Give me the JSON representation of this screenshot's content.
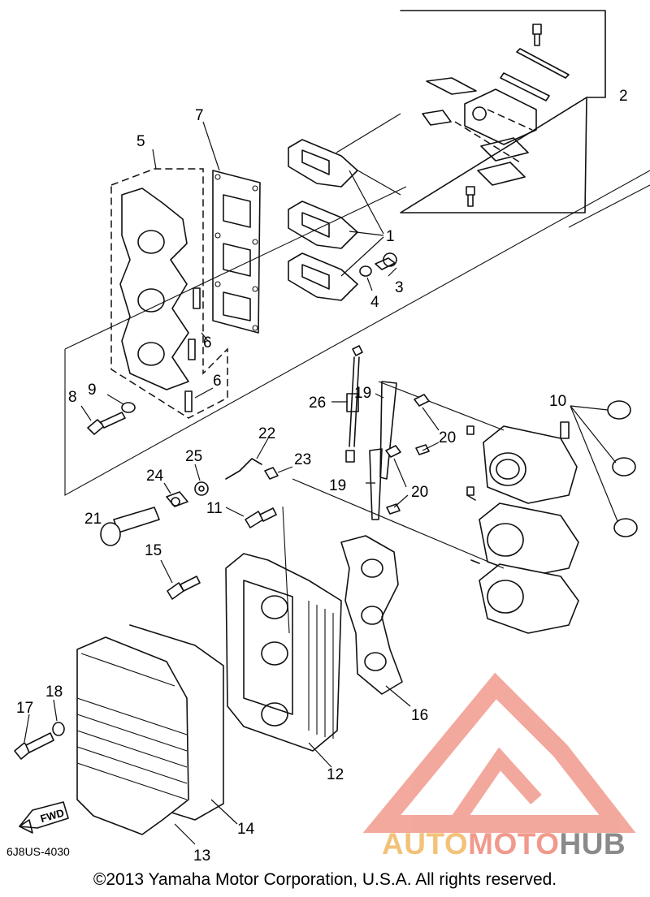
{
  "callouts": [
    {
      "id": "1",
      "text": "1"
    },
    {
      "id": "2",
      "text": "2"
    },
    {
      "id": "3",
      "text": "3"
    },
    {
      "id": "4",
      "text": "4"
    },
    {
      "id": "5",
      "text": "5"
    },
    {
      "id": "6a",
      "text": "6"
    },
    {
      "id": "6b",
      "text": "6"
    },
    {
      "id": "7",
      "text": "7"
    },
    {
      "id": "8",
      "text": "8"
    },
    {
      "id": "9",
      "text": "9"
    },
    {
      "id": "10",
      "text": "10"
    },
    {
      "id": "11",
      "text": "11"
    },
    {
      "id": "12",
      "text": "12"
    },
    {
      "id": "13",
      "text": "13"
    },
    {
      "id": "14",
      "text": "14"
    },
    {
      "id": "15",
      "text": "15"
    },
    {
      "id": "16",
      "text": "16"
    },
    {
      "id": "17",
      "text": "17"
    },
    {
      "id": "18",
      "text": "18"
    },
    {
      "id": "19a",
      "text": "19"
    },
    {
      "id": "19b",
      "text": "19"
    },
    {
      "id": "20a",
      "text": "20"
    },
    {
      "id": "20b",
      "text": "20"
    },
    {
      "id": "21",
      "text": "21"
    },
    {
      "id": "22",
      "text": "22"
    },
    {
      "id": "23",
      "text": "23"
    },
    {
      "id": "24",
      "text": "24"
    },
    {
      "id": "25",
      "text": "25"
    },
    {
      "id": "26",
      "text": "26"
    }
  ],
  "fwd_label": "FWD",
  "diagram_code": "6J8US-4030",
  "copyright": "©2013 Yamaha Motor Corporation, U.S.A. All rights reserved.",
  "watermark": {
    "part1": "AUTO",
    "part2": "MOTO",
    "part3": "HUB"
  },
  "colors": {
    "watermark_red": "#f19a8c",
    "watermark_orange": "#f3c27a",
    "watermark_gray": "#8a8a8a"
  }
}
